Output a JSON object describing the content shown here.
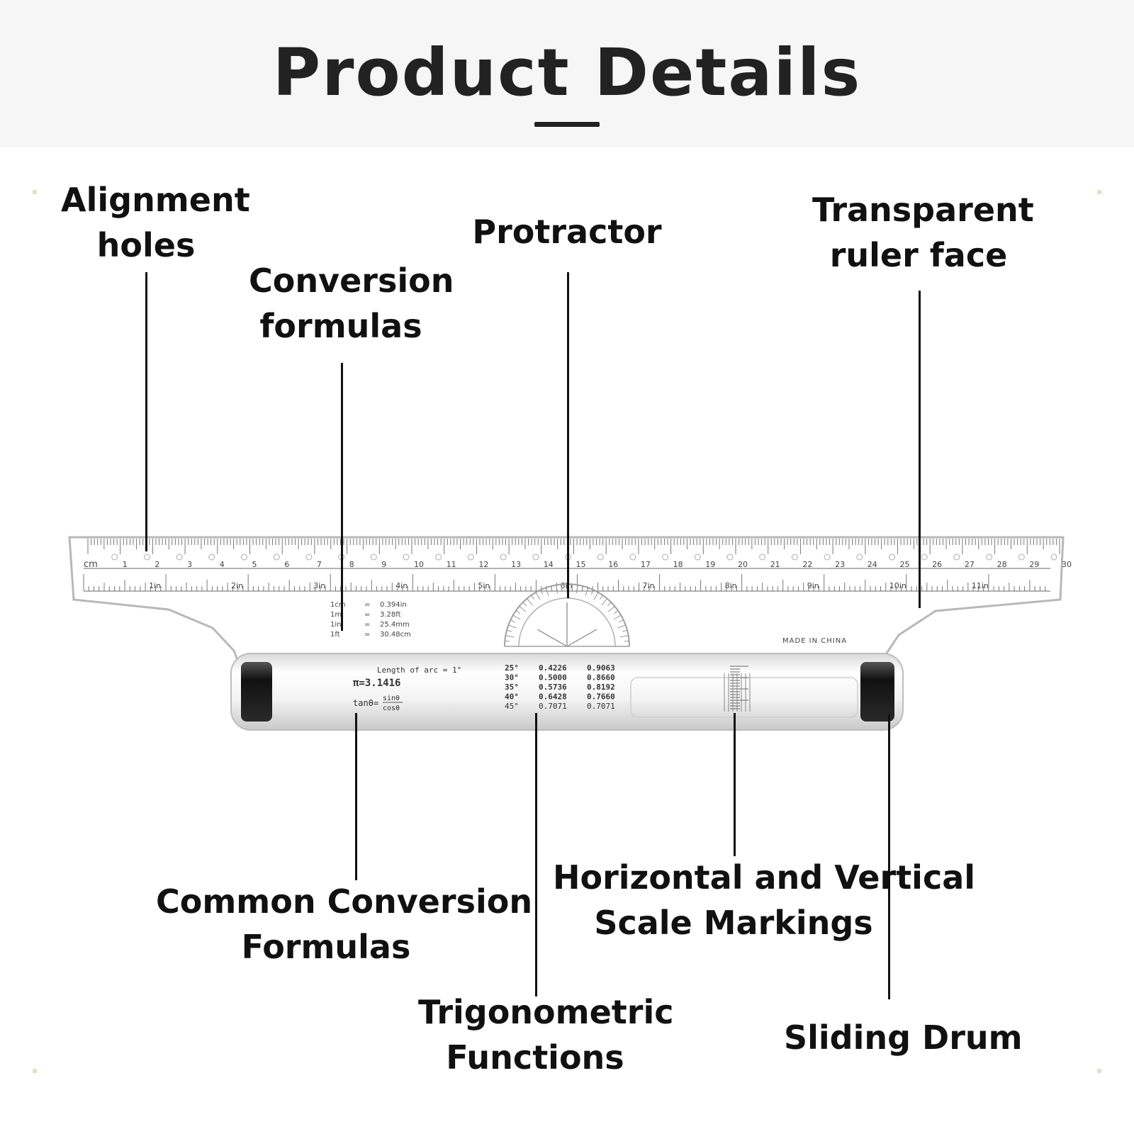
{
  "header": {
    "title": "Product Details"
  },
  "callouts": {
    "alignment_holes": [
      "Alignment",
      "holes"
    ],
    "conversion_formulas": [
      "Conversion",
      "formulas"
    ],
    "protractor": [
      "Protractor"
    ],
    "transparent_ruler_face": [
      "Transparent",
      "ruler face"
    ],
    "common_conversion_formulas": [
      "Common Conversion",
      "Formulas"
    ],
    "trigonometric_functions": [
      "Trigonometric",
      "Functions"
    ],
    "scale_markings": [
      "Horizontal and Vertical",
      "Scale Markings"
    ],
    "sliding_drum": [
      "Sliding Drum"
    ]
  },
  "ruler": {
    "cm_unit": "cm",
    "cm_numbers": [
      "1",
      "2",
      "3",
      "4",
      "5",
      "6",
      "7",
      "8",
      "9",
      "10",
      "11",
      "12",
      "13",
      "14",
      "15",
      "16",
      "17",
      "18",
      "19",
      "20",
      "21",
      "22",
      "23",
      "24",
      "25",
      "26",
      "27",
      "28",
      "29",
      "30"
    ],
    "inch_numbers": [
      "1in",
      "2in",
      "3in",
      "4in",
      "5in",
      "6in",
      "7in",
      "8in",
      "9in",
      "10in",
      "11in"
    ],
    "conversion_table": [
      [
        "1cm",
        "=",
        "0.394in"
      ],
      [
        "1m",
        "=",
        "3.28ft"
      ],
      [
        "1in",
        "=",
        "25.4mm"
      ],
      [
        "1ft",
        "=",
        "30.48cm"
      ]
    ],
    "made_in": "MADE IN CHINA",
    "drum": {
      "arc_note": "Length of arc = 1°",
      "pi": "π=3.1416",
      "tan_formula": "tanθ=",
      "tan_num": "sinθ",
      "tan_den": "cosθ",
      "trig_rows": [
        [
          "25°",
          "0.4226",
          "0.9063"
        ],
        [
          "30°",
          "0.5000",
          "0.8660"
        ],
        [
          "35°",
          "0.5736",
          "0.8192"
        ],
        [
          "40°",
          "0.6428",
          "0.7660"
        ],
        [
          "45°",
          "0.7071",
          "0.7071"
        ]
      ]
    }
  },
  "colors": {
    "text": "#111111",
    "header_bg": "#f6f6f6",
    "ruler_edge": "#b8b8b8",
    "drum_cap": "#1a1a1a"
  }
}
